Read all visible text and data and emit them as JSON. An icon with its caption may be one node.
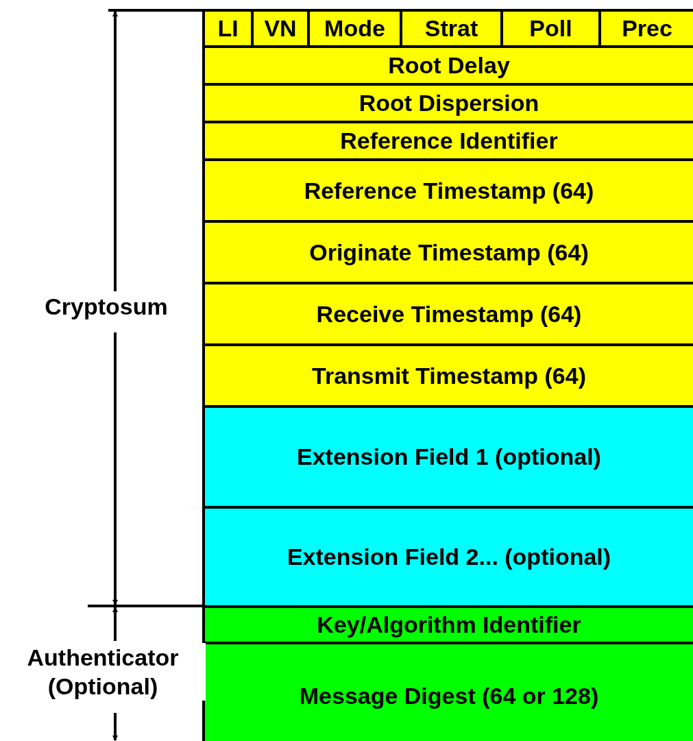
{
  "diagram": {
    "nodes": [
      {
        "text": [
          "LI"
        ]
      },
      {
        "text": [
          "VN"
        ]
      },
      {
        "text": [
          "Mode"
        ]
      },
      {
        "text": [
          "Strat"
        ]
      },
      {
        "text": [
          "Poll"
        ]
      },
      {
        "text": [
          "Prec"
        ]
      },
      {
        "text": [
          "Root Delay"
        ]
      },
      {
        "text": [
          "Root Dispersion"
        ]
      },
      {
        "text": [
          "Reference Identifier"
        ]
      },
      {
        "text": [
          "Reference Timestamp (64)"
        ]
      },
      {
        "text": [
          "Originate Timestamp (64)"
        ]
      },
      {
        "text": [
          "Receive Timestamp (64)"
        ]
      },
      {
        "text": [
          "Transmit Timestamp (64)"
        ]
      },
      {
        "text": [
          "Extension Field 1 (optional)"
        ]
      },
      {
        "text": [
          "Extension Field 2... (optional)"
        ]
      },
      {
        "text": [
          "Key/Algorithm Identifier"
        ]
      },
      {
        "text": [
          "Message Digest (64 or 128)"
        ]
      }
    ],
    "labels": [
      "Cryptosum",
      "Authenticator (Optional)"
    ]
  }
}
